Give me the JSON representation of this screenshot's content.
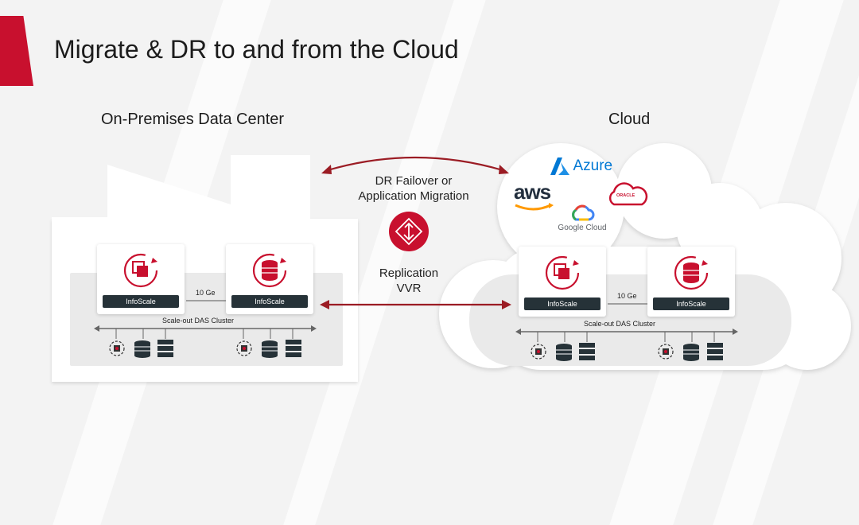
{
  "title": "Migrate & DR to and from the Cloud",
  "on_prem": {
    "title": "On-Premises Data Center",
    "node_left_label": "InfoScale",
    "node_right_label": "InfoScale",
    "link_label": "10 Ge",
    "cluster_label": "Scale-out DAS Cluster"
  },
  "cloud": {
    "title": "Cloud",
    "node_left_label": "InfoScale",
    "node_right_label": "InfoScale",
    "link_label": "10 Ge",
    "cluster_label": "Scale-out DAS Cluster",
    "providers": {
      "azure": "Azure",
      "aws": "aws",
      "google": "Google Cloud",
      "oracle": "ORACLE"
    }
  },
  "middle": {
    "dr_line1": "DR Failover or",
    "dr_line2": "Application Migration",
    "repl_line1": "Replication",
    "repl_line2": "VVR"
  },
  "colors": {
    "accent": "#c8102e",
    "badge": "#263238",
    "arrow": "#9b1c24"
  }
}
